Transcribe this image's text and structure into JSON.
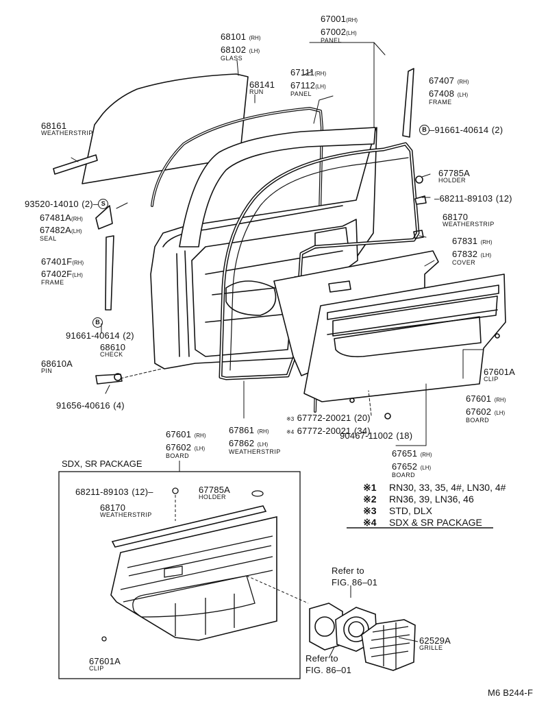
{
  "diagram_code": "M6 B244-F",
  "section_title": "SDX, SR PACKAGE",
  "parts": [
    {
      "id": "glass",
      "n1": "68101",
      "s1": "(RH)",
      "n2": "68102",
      "s2": "(LH)",
      "name": "GLASS"
    },
    {
      "id": "run",
      "n1": "68141",
      "name": "RUN"
    },
    {
      "id": "weatherstrip-glass",
      "n1": "68161",
      "name": "WEATHERSTRIP"
    },
    {
      "id": "panel-outer",
      "n1": "67001",
      "s1": "(RH)",
      "n2": "67002",
      "s2": "(LH)",
      "name": "PANEL"
    },
    {
      "id": "panel-inner",
      "n1": "67111",
      "s1": "(RH)",
      "n2": "67112",
      "s2": "(LH)",
      "name": "PANEL"
    },
    {
      "id": "frame-rear",
      "n1": "67407",
      "s1": "(RH)",
      "n2": "67408",
      "s2": "(LH)",
      "name": "FRAME"
    },
    {
      "id": "bolt-b",
      "n1": "91661-40614",
      "qty": "(2)",
      "mark": "B"
    },
    {
      "id": "screw-s",
      "n1": "93520-14010",
      "qty": "(2)",
      "mark": "S"
    },
    {
      "id": "seal",
      "n1": "67481A",
      "s1": "(RH)",
      "n2": "67482A",
      "s2": "(LH)",
      "name": "SEAL"
    },
    {
      "id": "frame-front",
      "n1": "67401F",
      "s1": "(RH)",
      "n2": "67402F",
      "s2": "(LH)",
      "name": "FRAME"
    },
    {
      "id": "bolt-b2",
      "n1": "91661-40614",
      "qty": "(2)"
    },
    {
      "id": "holder",
      "n1": "67785A",
      "name": "HOLDER"
    },
    {
      "id": "clip-68211",
      "n1": "68211-89103",
      "qty": "(12)"
    },
    {
      "id": "weatherstrip-68170",
      "n1": "68170",
      "name": "WEATHERSTRIP"
    },
    {
      "id": "cover",
      "n1": "67831",
      "s1": "(RH)",
      "n2": "67832",
      "s2": "(LH)",
      "name": "COVER"
    },
    {
      "id": "check",
      "n1": "68610",
      "name": "CHECK"
    },
    {
      "id": "pin",
      "n1": "68610A",
      "name": "PIN"
    },
    {
      "id": "bolt-91656",
      "n1": "91656-40616",
      "qty": "(4)"
    },
    {
      "id": "clip-67601a",
      "n1": "67601A",
      "name": "CLIP"
    },
    {
      "id": "board-67601",
      "n1": "67601",
      "s1": "(RH)",
      "n2": "67602",
      "s2": "(LH)",
      "name": "BOARD"
    },
    {
      "id": "screw-67772",
      "n1": "67772-20021",
      "qty": "(20)",
      "mark": "※3",
      "n2": "67772-20021",
      "qty2": "(34)",
      "mark2": "※4"
    },
    {
      "id": "screw-90467",
      "n1": "90467-11002",
      "qty": "(18)"
    },
    {
      "id": "weatherstrip-67861",
      "n1": "67861",
      "s1": "(RH)",
      "n2": "67862",
      "s2": "(LH)",
      "name": "WEATHERSTRIP"
    },
    {
      "id": "board-67651",
      "n1": "67651",
      "s1": "(RH)",
      "n2": "67652",
      "s2": "(LH)",
      "name": "BOARD"
    },
    {
      "id": "board-pkg",
      "n1": "67601",
      "s1": "(RH)",
      "n2": "67602",
      "s2": "(LH)",
      "name": "BOARD"
    },
    {
      "id": "pkg-clip",
      "n1": "68211-89103",
      "qty": "(12)"
    },
    {
      "id": "pkg-holder",
      "n1": "67785A",
      "name": "HOLDER"
    },
    {
      "id": "pkg-weatherstrip",
      "n1": "68170",
      "name": "WEATHERSTRIP"
    },
    {
      "id": "pkg-clip-67601a",
      "n1": "67601A",
      "name": "CLIP"
    },
    {
      "id": "grille",
      "n1": "62529A",
      "name": "GRILLE"
    }
  ],
  "references": [
    {
      "l1": "Refer to",
      "l2": "FIG. 86–01"
    },
    {
      "l1": "Refer to",
      "l2": "FIG. 86–01"
    }
  ],
  "notes": [
    {
      "mark": "※1",
      "text": "RN30, 33, 35, 4#, LN30, 4#"
    },
    {
      "mark": "※2",
      "text": "RN36, 39, LN36, 46"
    },
    {
      "mark": "※3",
      "text": "STD, DLX"
    },
    {
      "mark": "※4",
      "text": "SDX & SR PACKAGE"
    }
  ]
}
